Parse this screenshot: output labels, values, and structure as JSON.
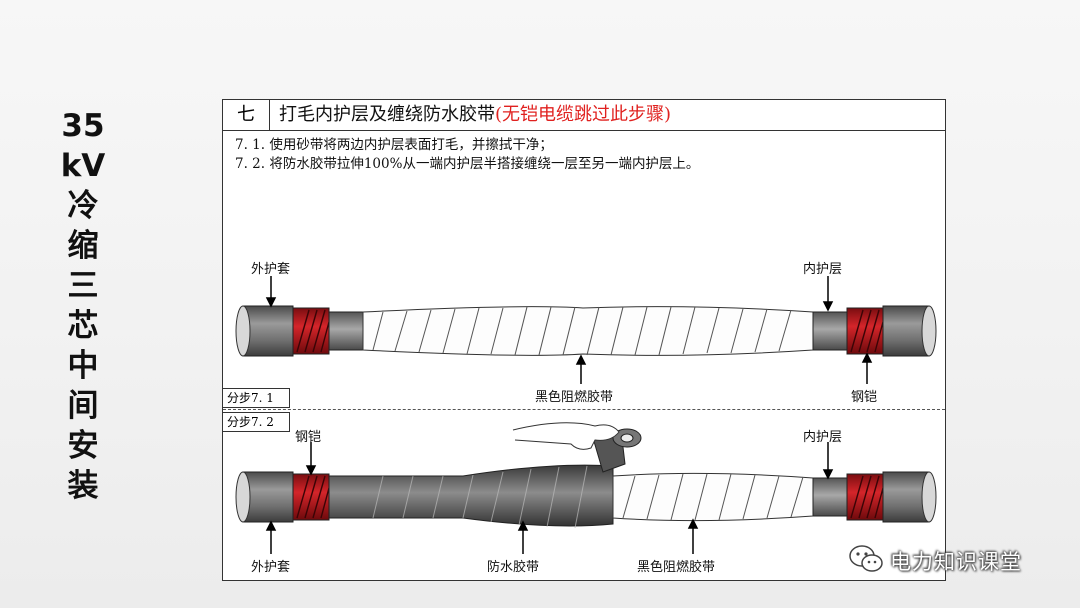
{
  "side_title": [
    "35",
    "kV",
    "冷",
    "缩",
    "三",
    "芯",
    "中",
    "间",
    "安",
    "装"
  ],
  "document": {
    "section_number": "七",
    "section_title": "打毛内护层及缠绕防水胶带",
    "section_note": "(无铠电缆跳过此步骤)",
    "steps": [
      "7. 1. 使用砂带将两边内护层表面打毛，并擦拭干净；",
      "7. 2. 将防水胶带拉伸100%从一端内护层半搭接缠绕一层至另一端内护层上。"
    ],
    "figure1": {
      "substep_label": "分步7. 1",
      "labels": {
        "outer_sheath": "外护套",
        "inner_sheath": "内护层",
        "black_tape": "黑色阻燃胶带",
        "steel_armor": "钢铠"
      }
    },
    "figure2": {
      "substep_label": "分步7. 2",
      "labels": {
        "steel_armor": "钢铠",
        "inner_sheath": "内护层",
        "outer_sheath": "外护套",
        "waterproof_tape": "防水胶带",
        "black_tape": "黑色阻燃胶带"
      }
    }
  },
  "watermark": {
    "text": "电力知识课堂",
    "icon": "wechat-icon"
  },
  "colors": {
    "armor_red": "#c8171c",
    "sheath_grey": "#7a7a7a",
    "title_red": "#e0211f"
  }
}
